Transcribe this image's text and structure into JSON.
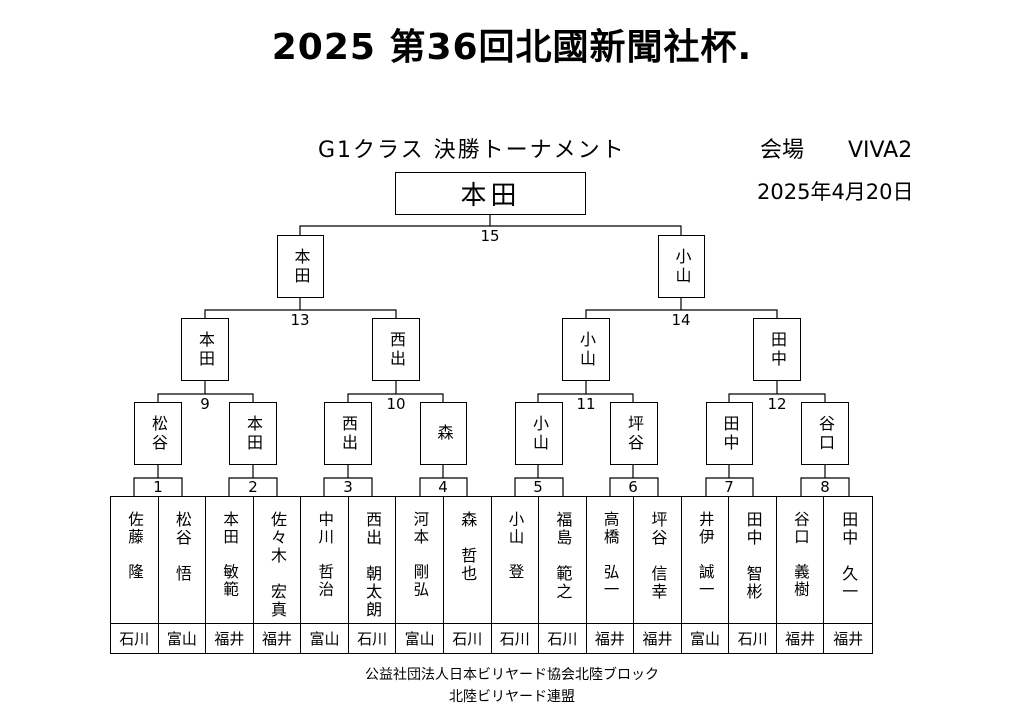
{
  "title": "2025 第36回北國新聞社杯.",
  "subtitle": "G1クラス 決勝トーナメント",
  "venue": "会場　　VIVA2",
  "date": "2025年4月20日",
  "champion": "本田",
  "final": {
    "number": "15",
    "left": "本田",
    "right": "小山"
  },
  "semifinals": [
    {
      "number": "13",
      "left": "本田",
      "right": "西出"
    },
    {
      "number": "14",
      "left": "小山",
      "right": "田中"
    }
  ],
  "quarterfinals": [
    {
      "number": "9",
      "left": "松谷",
      "right": "本田"
    },
    {
      "number": "10",
      "left": "西出",
      "right": "森"
    },
    {
      "number": "11",
      "left": "小山",
      "right": "坪谷"
    },
    {
      "number": "12",
      "left": "田中",
      "right": "谷口"
    }
  ],
  "first_round_numbers": [
    "1",
    "2",
    "3",
    "4",
    "5",
    "6",
    "7",
    "8"
  ],
  "players": [
    {
      "name": "佐藤　隆",
      "pref": "石川"
    },
    {
      "name": "松谷　悟",
      "pref": "富山"
    },
    {
      "name": "本田　敏範",
      "pref": "福井"
    },
    {
      "name": "佐々木　宏真",
      "pref": "福井"
    },
    {
      "name": "中川　哲治",
      "pref": "富山"
    },
    {
      "name": "西出　朝太朗",
      "pref": "石川"
    },
    {
      "name": "河本　剛弘",
      "pref": "富山"
    },
    {
      "name": "森　哲也",
      "pref": "石川"
    },
    {
      "name": "小山　登",
      "pref": "石川"
    },
    {
      "name": "福島　範之",
      "pref": "石川"
    },
    {
      "name": "高橋　弘一",
      "pref": "福井"
    },
    {
      "name": "坪谷　信幸",
      "pref": "福井"
    },
    {
      "name": "井伊　誠一",
      "pref": "富山"
    },
    {
      "name": "田中　智彬",
      "pref": "石川"
    },
    {
      "name": "谷口　義樹",
      "pref": "福井"
    },
    {
      "name": "田中　久一",
      "pref": "福井"
    }
  ],
  "footer": {
    "line1": "公益社団法人日本ビリヤード協会北陸ブロック",
    "line2": "北陸ビリヤード連盟"
  }
}
